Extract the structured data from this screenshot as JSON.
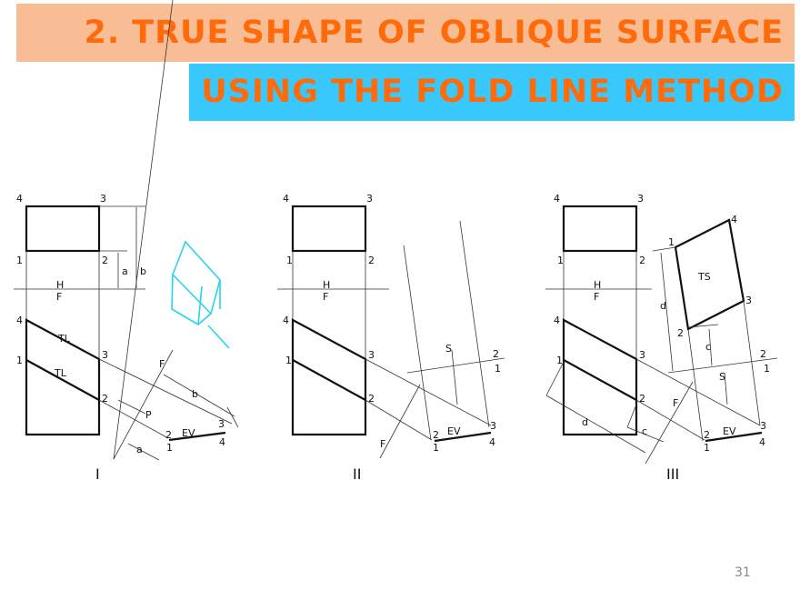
{
  "slide": {
    "title": "2.  TRUE SHAPE OF OBLIQUE SURFACE",
    "subtitle": "USING THE FOLD LINE METHOD",
    "page_number": "31",
    "colors": {
      "title_bg": "#f8bd94",
      "subtitle_bg": "#38c8fb",
      "title_text": "#ff6a0a",
      "iso_figure": "#27d3f0"
    }
  },
  "figures": [
    {
      "id": "I",
      "caption": "I",
      "fold_lines": [
        "H/F",
        "F/1"
      ],
      "labels": {
        "top": [
          "4",
          "3",
          "1",
          "2"
        ],
        "front": [
          "4",
          "1",
          "3",
          "2"
        ],
        "aux": [
          "2",
          "1",
          "3",
          "4"
        ],
        "true_length": "TL",
        "edge_view": "EV",
        "dims": [
          "a",
          "b",
          "a",
          "b"
        ],
        "view_dir": "P"
      }
    },
    {
      "id": "II",
      "caption": "II",
      "fold_lines": [
        "H/F",
        "F/1",
        "1/2"
      ],
      "labels": {
        "edge_view": "EV",
        "sight": "S"
      }
    },
    {
      "id": "III",
      "caption": "III",
      "fold_lines": [
        "H/F",
        "F/1",
        "1/2"
      ],
      "labels": {
        "true_shape": "TS",
        "edge_view": "EV",
        "sight": "S",
        "dims": [
          "d",
          "c",
          "d",
          "c"
        ]
      }
    }
  ],
  "text": {
    "n1": "1",
    "n2": "2",
    "n3": "3",
    "n4": "4",
    "H": "H",
    "F": "F",
    "TL": "TL",
    "EV": "EV",
    "S": "S",
    "TS": "TS",
    "a": "a",
    "b": "b",
    "c": "c",
    "d": "d",
    "P": "P",
    "cap1": "I",
    "cap2": "II",
    "cap3": "III"
  }
}
